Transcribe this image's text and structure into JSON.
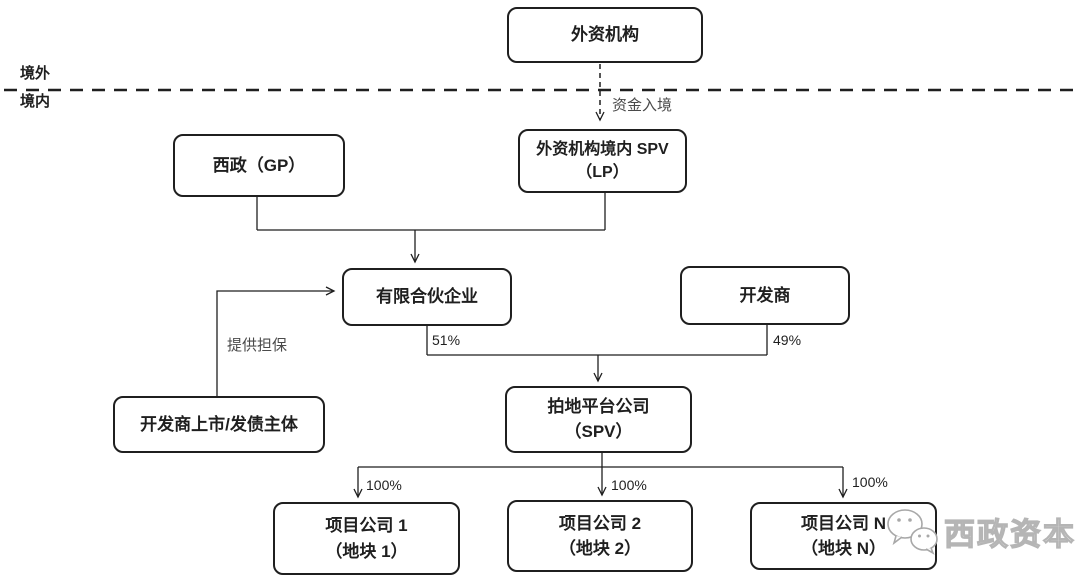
{
  "diagram": {
    "region_labels": {
      "outside": "境外",
      "inside": "境内"
    },
    "nodes": {
      "foreign_institution": "外资机构",
      "xizheng_gp": "西政（GP）",
      "foreign_spv_lp": "外资机构境内 SPV\n（LP）",
      "limited_partnership": "有限合伙企业",
      "developer": "开发商",
      "developer_listco": "开发商上市/发债主体",
      "land_platform_spv": "拍地平台公司\n（SPV）",
      "project_company_1": "项目公司 1\n（地块 1）",
      "project_company_2": "项目公司 2\n（地块 2）",
      "project_company_n": "项目公司 N\n（地块 N）"
    },
    "edge_labels": {
      "funds_inbound": "资金入境",
      "lp_stake": "51%",
      "developer_stake": "49%",
      "guarantee": "提供担保",
      "stake_project_1": "100%",
      "stake_project_2": "100%",
      "stake_project_n": "100%"
    },
    "watermark": {
      "text": "西政资本",
      "icon": "wechat-icon"
    },
    "colors": {
      "line": "#1f1f1f",
      "muted_label": "#4a4a4a",
      "watermark_gray": "#b5b5b5"
    }
  }
}
